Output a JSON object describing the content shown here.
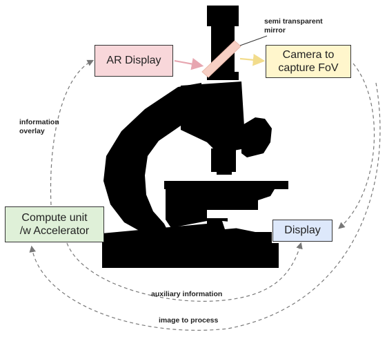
{
  "nodes": {
    "ar_display": "AR Display",
    "camera_line1": "Camera to",
    "camera_line2": "capture FoV",
    "compute_line1": "Compute unit",
    "compute_line2": "/w Accelerator",
    "display": "Display"
  },
  "labels": {
    "mirror_line1": "semi transparent",
    "mirror_line2": "mirror",
    "overlay_line1": "information",
    "overlay_line2": "overlay",
    "auxiliary": "auxiliary information",
    "image_to_process": "image to process"
  },
  "colors": {
    "ar_fill": "#f8d7da",
    "camera_fill": "#fff6cc",
    "compute_fill": "#dff0d8",
    "display_fill": "#dde8fb",
    "ar_arrow": "#e7a6b0",
    "camera_arrow": "#f2dc8c",
    "mirror": "#f7cfc4",
    "silhouette": "#000000",
    "dashed": "#777777"
  }
}
